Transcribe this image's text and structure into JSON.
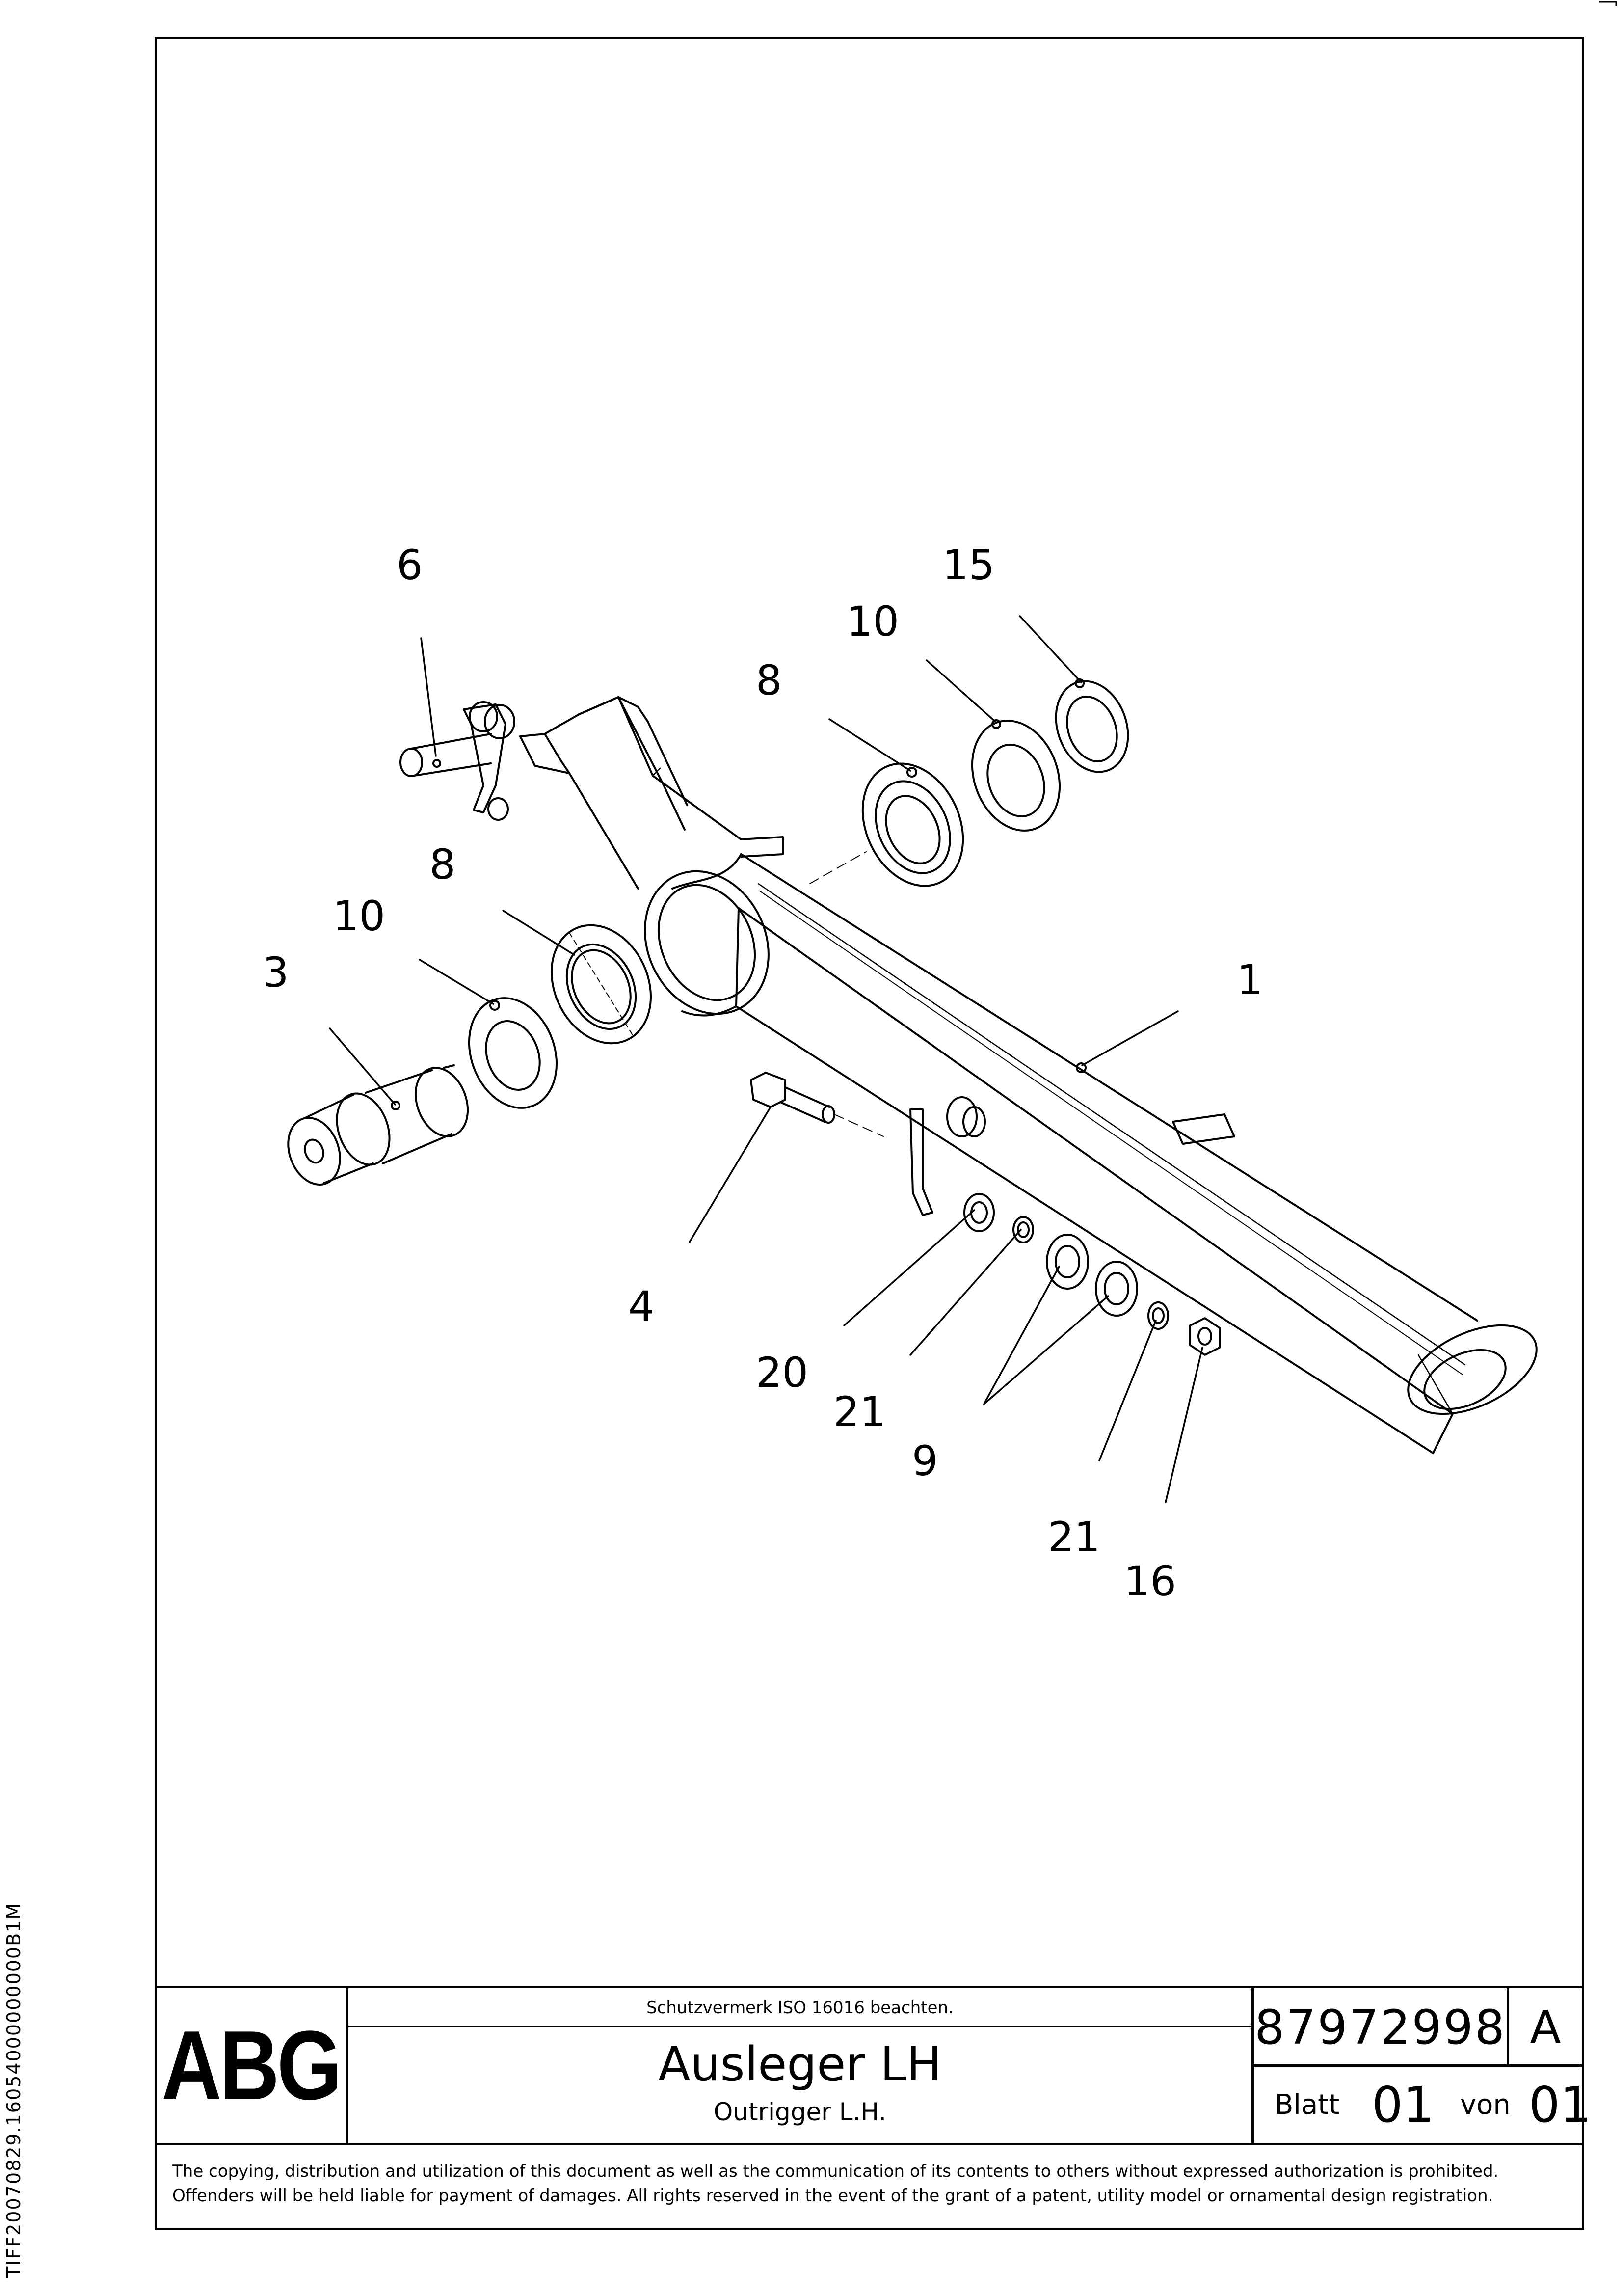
{
  "side_code": "TIFF20070829.16054000000000B1M",
  "callouts": {
    "c6": "6",
    "c15": "15",
    "c10a": "10",
    "c8a": "8",
    "c8b": "8",
    "c10b": "10",
    "c3": "3",
    "c1": "1",
    "c4": "4",
    "c20": "20",
    "c21a": "21",
    "c9": "9",
    "c21b": "21",
    "c16": "16"
  },
  "title_block": {
    "logo": "ABG",
    "protection_note": "Schutzvermerk ISO 16016 beachten.",
    "title_de": "Ausleger LH",
    "title_en": "Outrigger L.H.",
    "document_number": "87972998",
    "revision": "A",
    "sheet_label": "Blatt",
    "sheet_number": "01",
    "of_label": "von",
    "sheet_total": "01"
  },
  "copyright": "The copying, distribution and utilization of this document as well as the communication of its contents to others without expressed authorization is prohibited. Offenders will be held liable for payment of damages. All rights reserved in the event of the grant of a patent, utility model or ornamental design registration."
}
